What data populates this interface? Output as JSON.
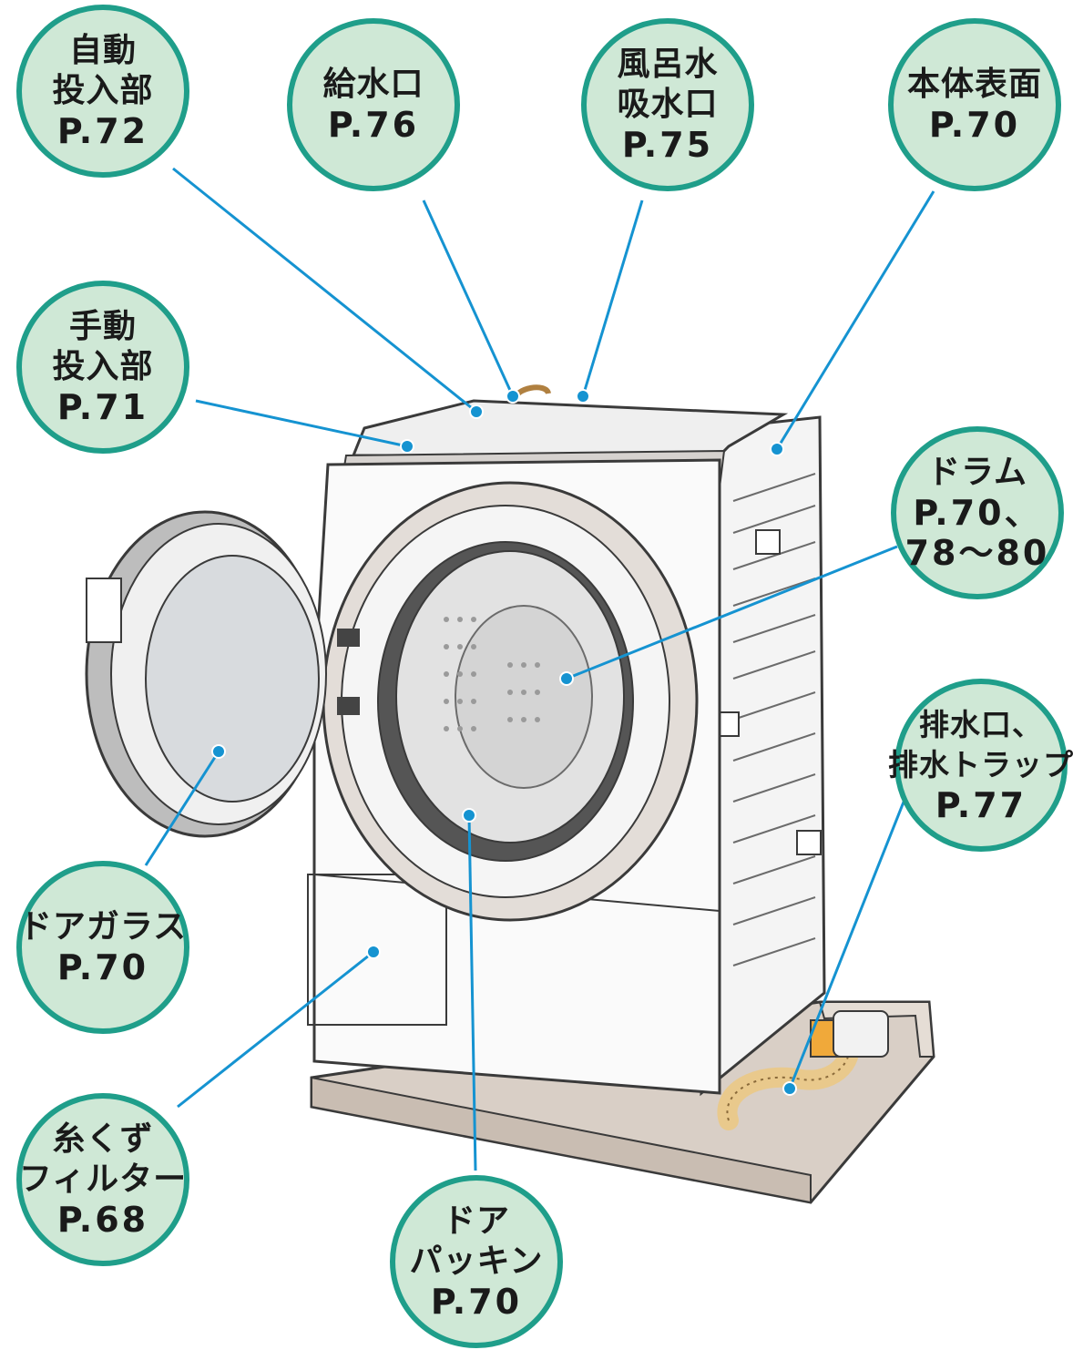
{
  "colors": {
    "callout_fill": "#cfe8d6",
    "callout_border": "#1f9e8a",
    "leader_line": "#1593d1",
    "outline": "#3a3a3a"
  },
  "callouts": [
    {
      "id": "auto-dispenser",
      "lines": [
        "自動",
        "投入部"
      ],
      "page": "P.72"
    },
    {
      "id": "water-inlet",
      "lines": [
        "給水口"
      ],
      "page": "P.76"
    },
    {
      "id": "bath-water-inlet",
      "lines": [
        "風呂水",
        "吸水口"
      ],
      "page": "P.75"
    },
    {
      "id": "body-surface",
      "lines": [
        "本体表面"
      ],
      "page": "P.70"
    },
    {
      "id": "manual-dispenser",
      "lines": [
        "手動",
        "投入部"
      ],
      "page": "P.71"
    },
    {
      "id": "drum",
      "lines": [
        "ドラム",
        "P.70、",
        "78～80"
      ],
      "page": ""
    },
    {
      "id": "drain-outlet",
      "lines": [
        "排水口、",
        "排水トラップ"
      ],
      "page": "P.77"
    },
    {
      "id": "door-glass",
      "lines": [
        "ドアガラス"
      ],
      "page": "P.70"
    },
    {
      "id": "lint-filter",
      "lines": [
        "糸くず",
        "フィルター"
      ],
      "page": "P.68"
    },
    {
      "id": "door-packing",
      "lines": [
        "ドア",
        "パッキン"
      ],
      "page": "P.70"
    }
  ]
}
